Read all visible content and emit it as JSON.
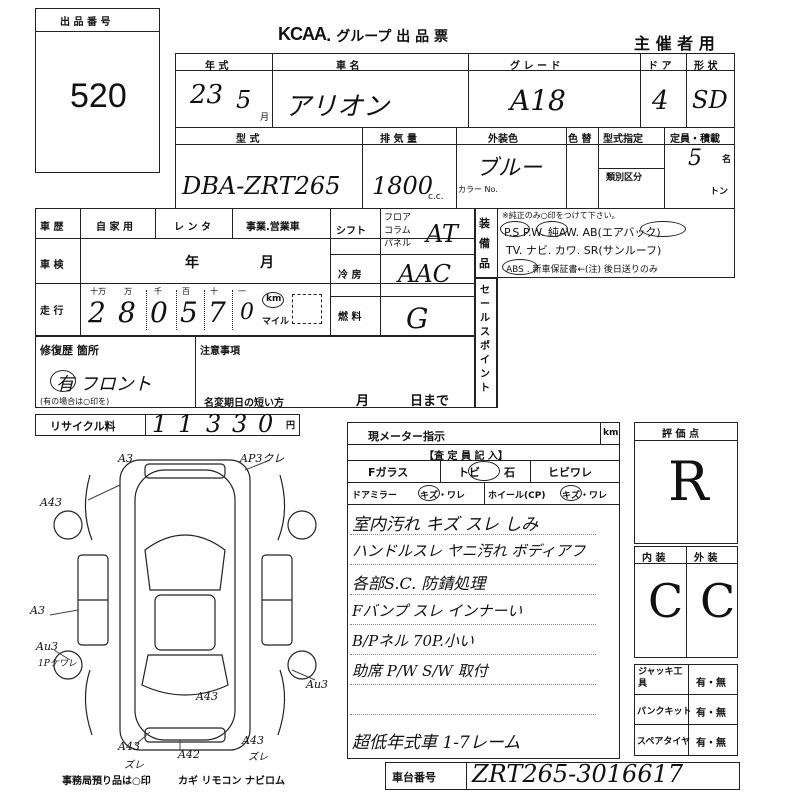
{
  "header": {
    "lot_label": "出 品 番 号",
    "lot_number": "520",
    "brand": "KCAA",
    "title": ". グループ 出 品 票",
    "organizer": "主 催 者 用"
  },
  "vehicle": {
    "h_year": "年 式",
    "h_name": "車 名",
    "h_grade": "グ レ ー ド",
    "h_door": "ド ア",
    "h_shape": "形 状",
    "year": "23",
    "month": "5",
    "month_unit": "月",
    "name": "アリオン",
    "grade": "A18",
    "doors": "4",
    "shape": "SD",
    "h_model": "型 式",
    "h_displacement": "排 気 量",
    "h_color": "外装色",
    "h_color_change": "色 替",
    "h_model_spec": "型式指定",
    "h_capacity": "定員・積載",
    "model": "DBA-ZRT265",
    "displacement": "1800",
    "cc": "c.c.",
    "color": "ブルー",
    "color_no_label": "カラー No.",
    "classification_label": "類別区分",
    "capacity": "5",
    "capacity_unit": "名",
    "ton": "トン"
  },
  "history": {
    "h_history": "車 歴",
    "h_private": "自 家 用",
    "h_rental": "レ ン タ",
    "h_business": "事業.営業車",
    "h_inspection": "車 検",
    "insp_year": "年",
    "insp_month": "月",
    "h_mileage": "走 行",
    "mileage_units": [
      "十万",
      "万",
      "千",
      "百",
      "十",
      "一"
    ],
    "mileage_digits": [
      "2",
      "8",
      "0",
      "5",
      "7",
      "0"
    ],
    "km": "km",
    "mile": "マイル",
    "h_shift": "シフト",
    "shift_options": [
      "フロア",
      "コラム",
      "パネル"
    ],
    "shift": "AT",
    "h_ac": "冷 房",
    "ac": "AAC",
    "h_fuel": "燃 料",
    "fuel": "G"
  },
  "equipment": {
    "side_label": "装備品",
    "note": "※純正のみ○印をつけて下さい。",
    "line1": "P.S  P.W. 純AW. AB(エアバック)",
    "line2": "TV. ナビ. カワ. SR(サンルーフ)",
    "line3": "ABS . 新車保証書←(注) 後日送りのみ",
    "sales_point": "セールスポイント"
  },
  "repair": {
    "label": "修復歴 箇所",
    "value": "有 フロント",
    "note": "(有の場合は○印を)",
    "notes_label": "注意事項",
    "rename_label": "名変期日の短い方",
    "month": "月",
    "day": "日まで"
  },
  "recycle": {
    "label": "リサイクル料",
    "digits": [
      "1",
      "1",
      "3",
      "3",
      "0"
    ],
    "unit": "円"
  },
  "inspection": {
    "meter_label": "現メーター指示",
    "km": "km",
    "inspector_label": "【査 定 員 記 入】",
    "f_glass": "Fガラス",
    "tobi": "トビ",
    "ishi": "石",
    "hibiware": "ヒビワレ",
    "door_mirror": "ドアミラー",
    "mirror_marks": "キズ・ワレ",
    "wheel": "ホイール(CP)",
    "wheel_marks": "キズ・ワレ",
    "notes": [
      "室内汚れ キズ スレ しみ",
      "ハンドルスレ ヤニ汚れ ボディアフ",
      "各部S.C. 防錆処理",
      "Fバンプ スレ インナーい",
      "B/Pネル 70P.小い",
      "助席 P/W S/W 取付",
      "超低年式車 1-7レーム"
    ]
  },
  "grades": {
    "label": "評 価 点",
    "score": "R",
    "interior_label": "内 装",
    "exterior_label": "外 装",
    "interior": "C",
    "exterior": "C"
  },
  "accessories": [
    {
      "label": "ジャッキ工具",
      "value": "有・無"
    },
    {
      "label": "パンクキット",
      "value": "有・無"
    },
    {
      "label": "スペアタイヤ",
      "value": "有・無"
    }
  ],
  "chassis": {
    "label": "車台番号",
    "value": "ZRT265-3016617"
  },
  "footer": {
    "office": "事務局預り品は○印",
    "keys": "カギ リモコン ナビロム"
  },
  "diagram": {
    "marks": [
      "A3",
      "AP3クレ",
      "A43",
      "A3",
      "Au3",
      "1Pケワレ",
      "Au3",
      "A43",
      "A43",
      "ズレ",
      "A42",
      "A43",
      "ズレ"
    ]
  }
}
